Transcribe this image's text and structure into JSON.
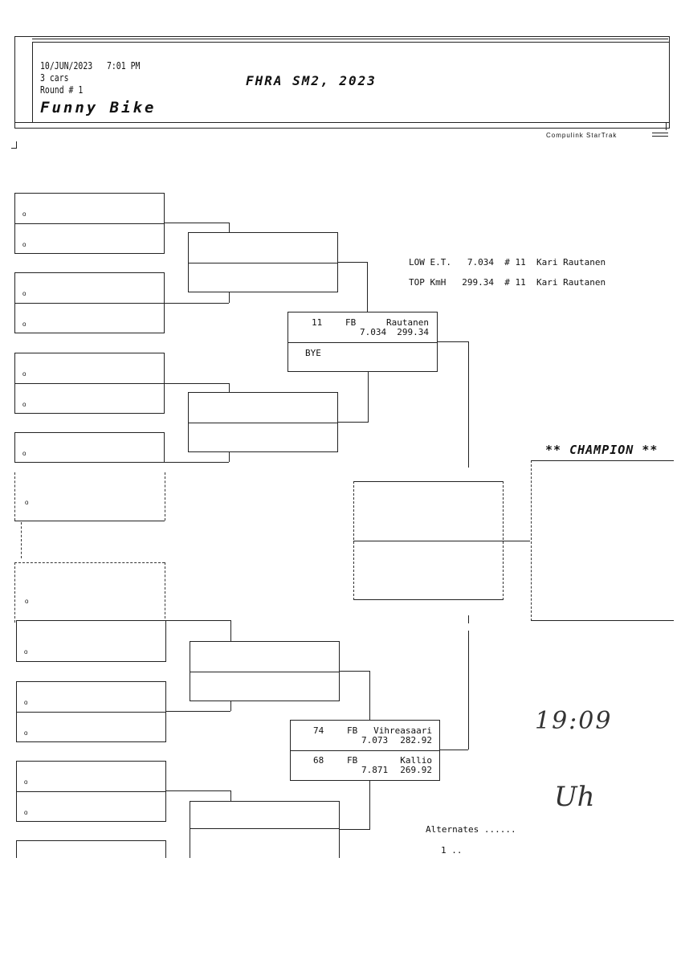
{
  "header": {
    "date": "10/JUN/2023",
    "time": "7:01 PM",
    "cars": "3 cars",
    "round": "Round # 1",
    "event_title": "FHRA SM2, 2023",
    "class_name": "Funny Bike",
    "vendor": "Compulink StarTrak"
  },
  "stats": {
    "low_et": {
      "label": "LOW E.T.",
      "value": "7.034",
      "car": "# 11",
      "driver": "Kari Rautanen"
    },
    "top_speed": {
      "label": "TOP KmH",
      "value": "299.34",
      "car": "# 11",
      "driver": "Kari Rautanen"
    }
  },
  "slot_marker": "o",
  "round2_upper": {
    "top": {
      "car": "11",
      "class": "FB",
      "name": "Rautanen",
      "et": "7.034",
      "speed": "299.34"
    },
    "bottom": {
      "label": "BYE"
    }
  },
  "round2_lower": {
    "top": {
      "car": "74",
      "class": "FB",
      "name": "Vihreasaari",
      "et": "7.073",
      "speed": "282.92"
    },
    "bottom": {
      "car": "68",
      "class": "FB",
      "name": "Kallio",
      "et": "7.871",
      "speed": "269.92"
    }
  },
  "champion_label": "** CHAMPION **",
  "alternates": {
    "label": "Alternates ......",
    "item1": "1 .."
  },
  "handwritten": {
    "time": "19:09",
    "initials": "Uh"
  }
}
